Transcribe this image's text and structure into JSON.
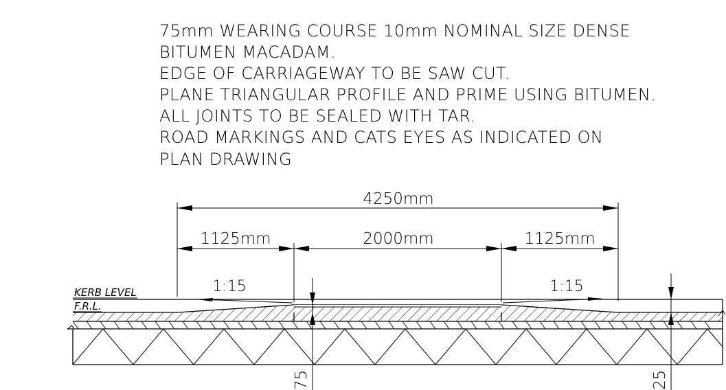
{
  "notes": [
    "75mm WEARING COURSE 10mm NOMINAL SIZE DENSE",
    "BITUMEN MACADAM.",
    "EDGE OF CARRIAGEWAY TO BE SAW CUT.",
    "PLANE TRIANGULAR PROFILE AND PRIME USING BITUMEN.",
    "ALL JOINTS TO BE SEALED WITH TAR.",
    "ROAD MARKINGS AND CATS EYES AS INDICATED ON",
    "PLAN DRAWING"
  ],
  "dimensions": {
    "overall": "4250mm",
    "left": "1125mm",
    "middle": "2000mm",
    "right": "1125mm"
  },
  "slopes": {
    "left": "1:15",
    "right": "1:15"
  },
  "labels": {
    "kerb_level": "KERB LEVEL",
    "frl": "F.R.L."
  },
  "vertical_dims": {
    "left": "75",
    "right": "25"
  }
}
